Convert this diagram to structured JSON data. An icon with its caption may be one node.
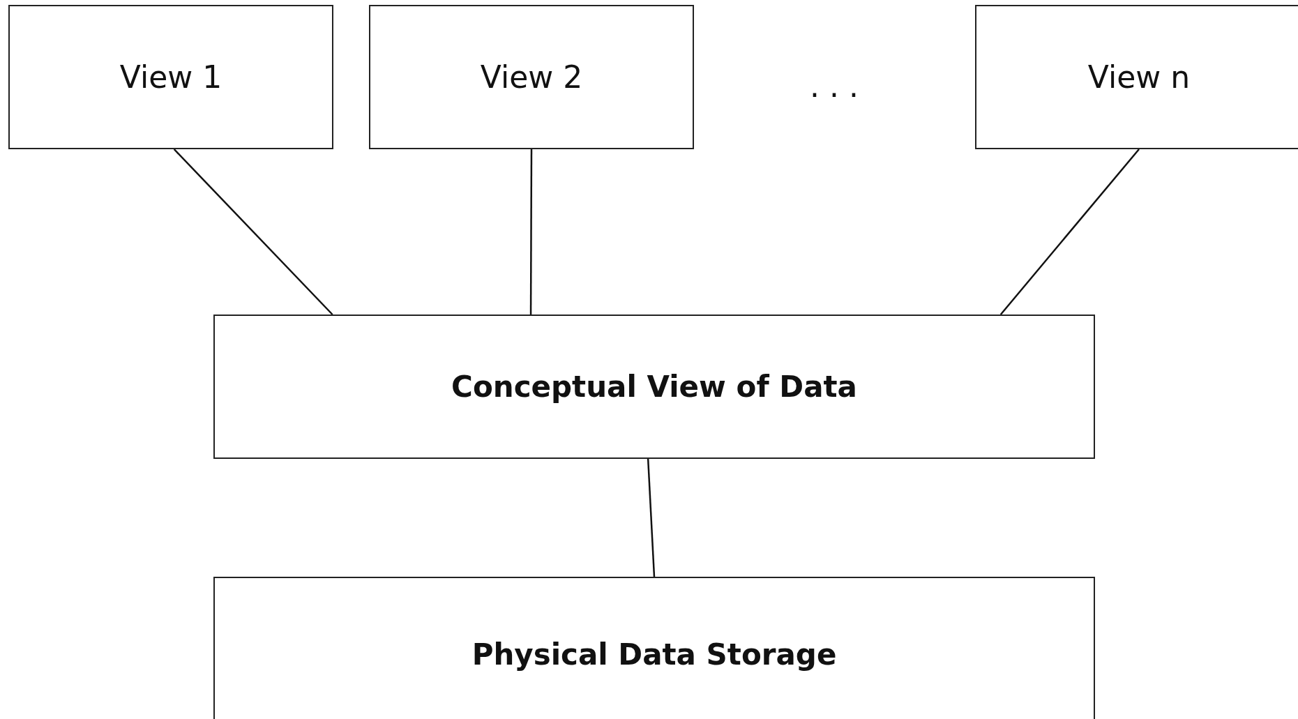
{
  "diagram": {
    "nodes": [
      {
        "text": [
          "View 1"
        ]
      },
      {
        "text": [
          "View 2"
        ]
      },
      {
        "text": [
          "View n"
        ]
      },
      {
        "text": [
          "Conceptual View of Data"
        ]
      },
      {
        "text": [
          "Physical Data Storage"
        ]
      }
    ],
    "edges": [
      {
        "from": 0,
        "to": 3,
        "arrow": "none"
      },
      {
        "from": 1,
        "to": 3,
        "arrow": "none"
      },
      {
        "from": 2,
        "to": 3,
        "arrow": "none"
      },
      {
        "from": 3,
        "to": 4,
        "arrow": "none"
      }
    ],
    "labels": [
      ". . ."
    ]
  }
}
